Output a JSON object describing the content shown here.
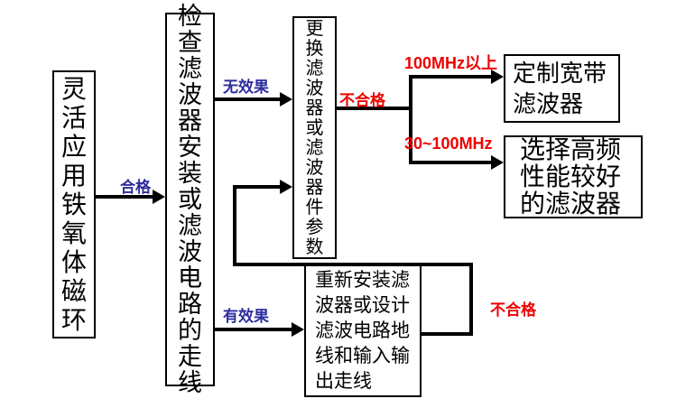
{
  "diagram": {
    "kind": "flowchart",
    "colors": {
      "background": "#ffffff",
      "line": "#000000",
      "box_border": "#000000",
      "pass_label_text": "#2d2d9e",
      "fail_label_text": "#ee0000"
    }
  },
  "nodes": {
    "ferrite_ring": {
      "text": "灵活应用铁氧体磁环"
    },
    "check_install": {
      "text": "检查滤波器安装或滤波电路的走线"
    },
    "replace_filter": {
      "text": "更换滤波器或滤波器件参数"
    },
    "custom_broadband": {
      "text": "定制宽带\n滤波器"
    },
    "select_high_freq": {
      "text": "选择高频\n性能较好\n的滤波器"
    },
    "reinstall_redesign": {
      "text": "重新安装滤\n波器或设计\n滤波电路地\n线和输入输\n出走线"
    }
  },
  "labels": {
    "qualified": "合格",
    "no_effect": "无效果",
    "effective": "有效果",
    "unqualified_1": "不合格",
    "unqualified_2": "不合格",
    "freq_above_100mhz": "100MHz以上",
    "freq_30_100mhz": "30~100MHz"
  }
}
